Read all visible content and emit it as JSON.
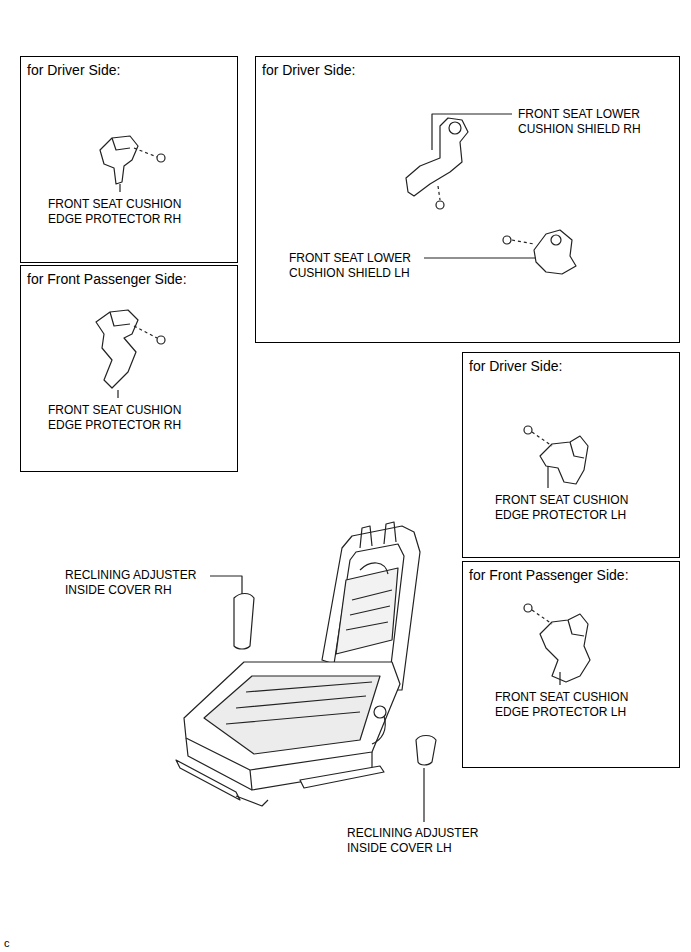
{
  "diagram": {
    "nodes": [
      {
        "text": [
          "for Driver Side:",
          "FRONT SEAT CUSHION EDGE PROTECTOR RH"
        ]
      },
      {
        "text": [
          "for Front Passenger Side:",
          "FRONT SEAT CUSHION EDGE PROTECTOR RH"
        ]
      },
      {
        "text": [
          "for Driver Side:",
          "FRONT SEAT LOWER CUSHION SHIELD RH",
          "FRONT SEAT LOWER CUSHION SHIELD LH"
        ]
      },
      {
        "text": [
          "for Driver Side:",
          "FRONT SEAT CUSHION EDGE PROTECTOR LH"
        ]
      },
      {
        "text": [
          "for Front Passenger Side:",
          "FRONT SEAT CUSHION EDGE PROTECTOR LH"
        ]
      }
    ],
    "edges": [],
    "labels": [
      "RECLINING ADJUSTER INSIDE COVER RH",
      "RECLINING ADJUSTER INSIDE COVER LH",
      "c"
    ]
  }
}
